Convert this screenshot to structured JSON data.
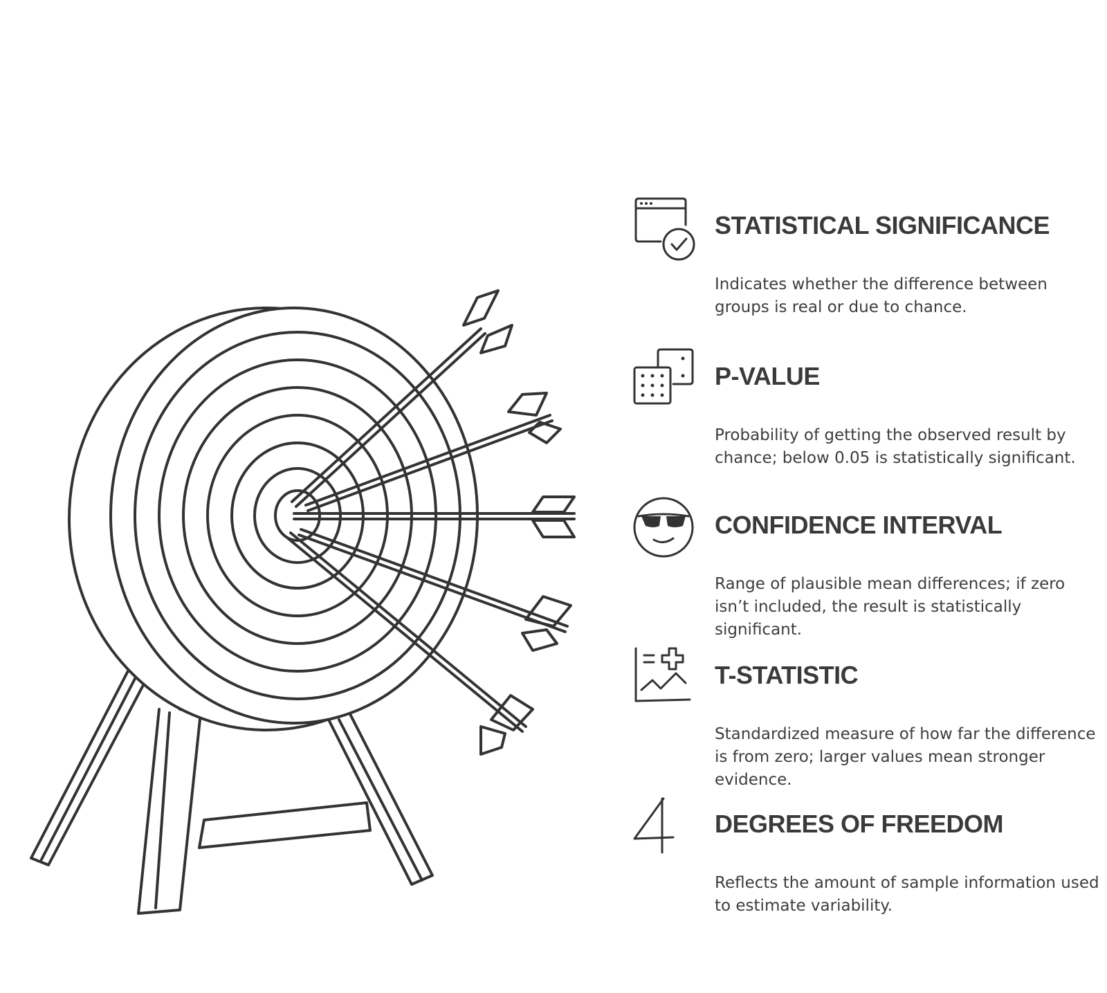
{
  "concepts": [
    {
      "title": "STATISTICAL SIGNIFICANCE",
      "description": "Indicates whether the difference between groups is real or due to chance.",
      "icon": "browser-window-checkmark-icon"
    },
    {
      "title": "P-VALUE",
      "description": "Probability of getting the observed result by chance; below 0.05 is statistically significant.",
      "icon": "dice-icon"
    },
    {
      "title": "CONFIDENCE INTERVAL",
      "description": "Range of plausible mean differences; if zero isn’t included, the result is statistically significant.",
      "icon": "smiley-sunglasses-icon"
    },
    {
      "title": "T-STATISTIC",
      "description": "Standardized measure of how far the difference is from zero; larger values mean stronger evidence.",
      "icon": "chart-plus-icon"
    },
    {
      "title": "DEGREES OF FREEDOM",
      "description": "Reflects the amount of sample information used to estimate variability.",
      "icon": "number-four-icon"
    }
  ],
  "illustration": {
    "icon": "archery-target-arrows-icon",
    "ink_color": "#333333",
    "arrow_count": 5
  }
}
